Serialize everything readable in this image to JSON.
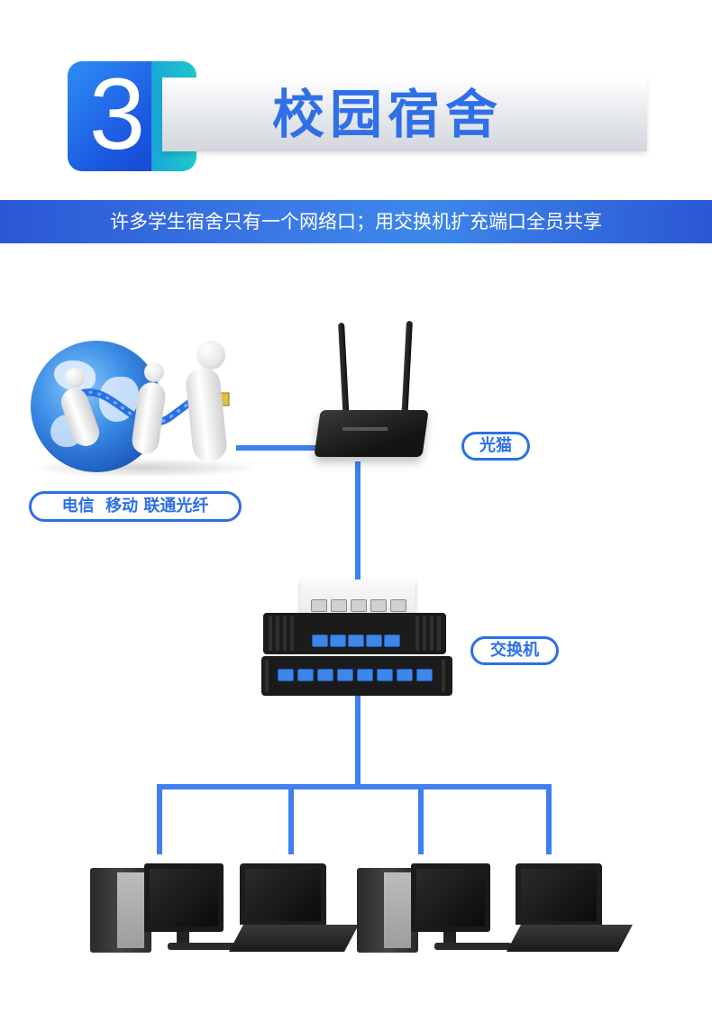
{
  "header": {
    "number": "3",
    "title": "校园宿舍",
    "subtitle": "许多学生宿舍只有一个网络口；用交换机扩充端口全员共享"
  },
  "labels": {
    "isp": "电信  移动 联通光纤",
    "modem": "光猫",
    "switch": "交换机"
  },
  "colors": {
    "accent": "#2c6fe6",
    "line": "#3f7ff0",
    "banner": "#3a7ae6"
  },
  "icons": [
    "globe-icon",
    "people-pulling-cable-icon",
    "router-icon",
    "switch-icon",
    "desktop-computer-icon",
    "laptop-icon"
  ]
}
